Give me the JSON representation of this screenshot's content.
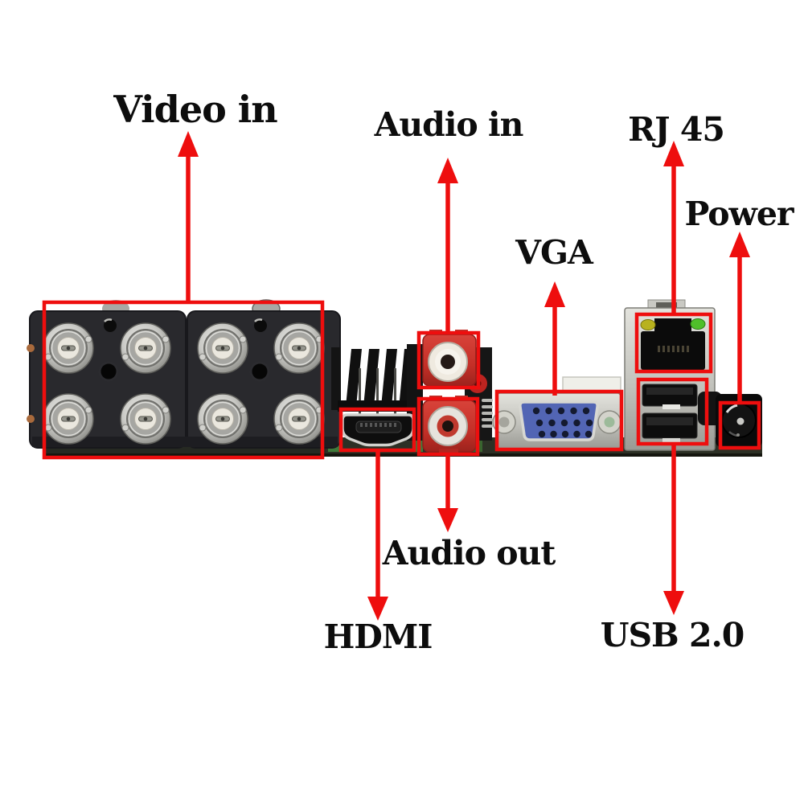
{
  "colors": {
    "background": "#ffffff",
    "annotation_red": "#ee0e0e",
    "label_text": "#0d0d0d",
    "pcb_dark": "#26262b",
    "rca_red": "#cc3129",
    "vga_blue": "#5265b4",
    "led_left": "#b8b21e",
    "led_right": "#4fbf2a"
  },
  "labels": {
    "video_in": "Video in",
    "audio_in": "Audio in",
    "vga": "VGA",
    "rj45": "RJ 45",
    "power": "Power",
    "audio_out": "Audio out",
    "hdmi": "HDMI",
    "usb": "USB 2.0"
  },
  "hardware": {
    "bnc_connectors": 8,
    "rca_jacks": 2,
    "usb_ports": 2
  }
}
